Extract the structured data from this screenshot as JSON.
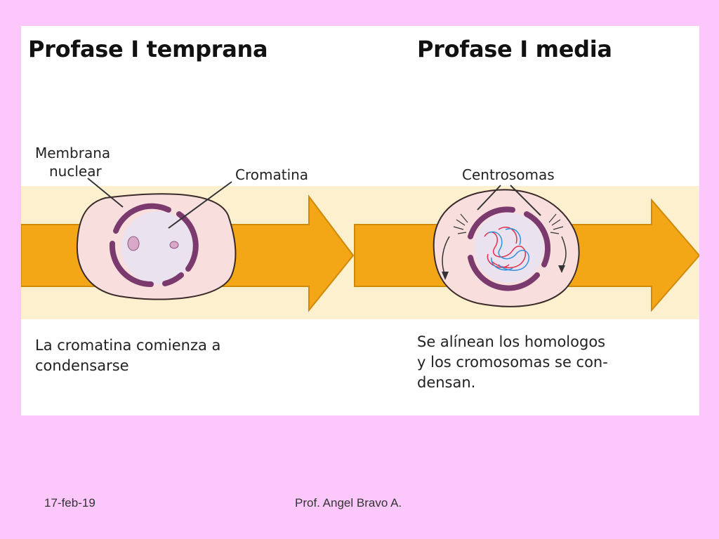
{
  "slide": {
    "title_left": "Profase I temprana",
    "title_right": "Profase I media",
    "label_membrana_line1": "Membrana",
    "label_membrana_line2": "nuclear",
    "label_cromatina": "Cromatina",
    "label_centrosomas": "Centrosomas",
    "caption_left": [
      "La cromatina comienza a",
      "condensarse"
    ],
    "caption_right": [
      "Se alínean los homologos",
      "y los cromosomas se con-",
      "densan."
    ]
  },
  "footer": {
    "date": "17-feb-19",
    "author": "Prof.  Angel Bravo A."
  },
  "colors": {
    "background": "#fcc8fc",
    "panel": "#ffffff",
    "band": "#fdf0cf",
    "arrow": "#f4a716",
    "cell": "#f9dede",
    "chromatin": "#7a3a6e"
  }
}
